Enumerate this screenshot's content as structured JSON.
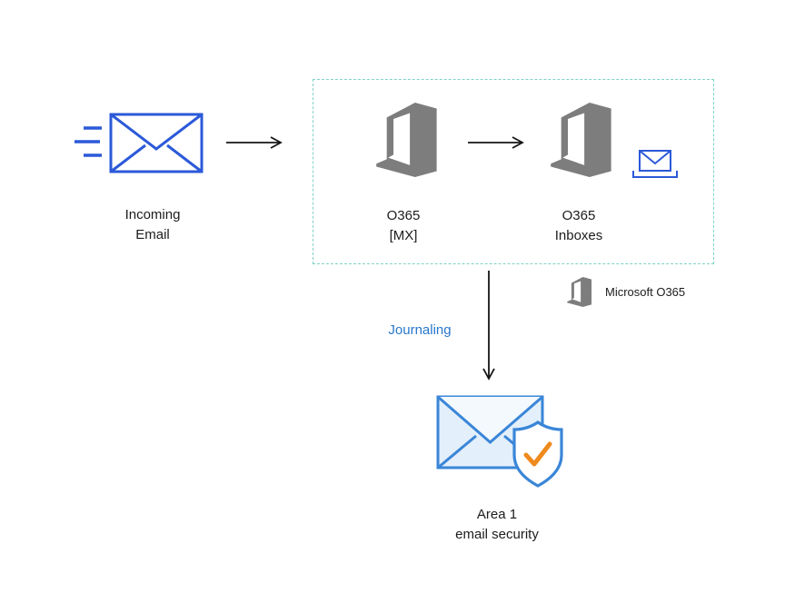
{
  "diagram_type": "email-flow-diagram",
  "nodes": {
    "incoming_email": {
      "label": [
        "Incoming",
        "Email"
      ],
      "icon": "envelope-with-speed-lines-icon"
    },
    "o365_mx": {
      "label": [
        "O365",
        "[MX]"
      ],
      "icon": "office365-logo-icon"
    },
    "o365_inboxes": {
      "label": [
        "O365",
        "Inboxes"
      ],
      "icon": "office365-logo-icon, envelope-in-tray-icon"
    },
    "area1": {
      "label": [
        "Area 1",
        "email security"
      ],
      "icon": "envelope-with-shield-check-icon"
    }
  },
  "flow": {
    "journaling_label": "Journaling"
  },
  "legend": {
    "microsoft_o365": "Microsoft O365",
    "icon": "office365-logo-icon"
  },
  "colors": {
    "envelope_blue": "#2b59d8",
    "mint_dashed": "#7fd3c6",
    "o365_gray": "#7d7d7d",
    "journaling_blue": "#2878cc",
    "area1_blue": "#3a86d8",
    "area1_fill": "#e3effa",
    "shield_check_orange": "#ef8a1d",
    "arrow": "#141414",
    "text": "#1c1c1c"
  }
}
